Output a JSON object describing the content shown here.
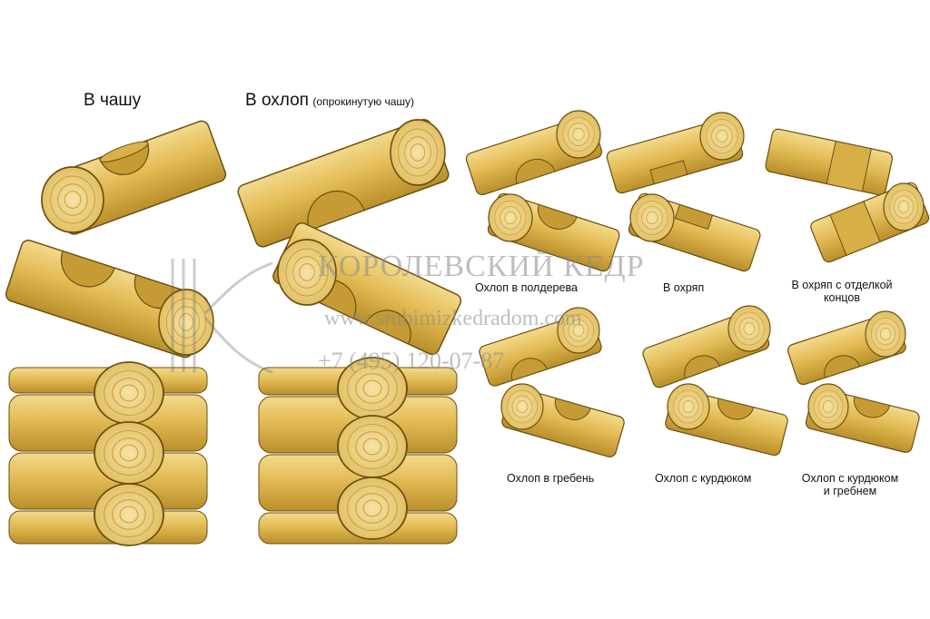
{
  "headings": {
    "cup": "В чашу",
    "okhlop": "В охлоп",
    "okhlop_note": "(опрокинутую чашу)"
  },
  "captions": {
    "half_log": "Охлоп в полдерева",
    "okhryap": "В охряп",
    "okhryap_ends_1": "В охряп с отделкой",
    "okhryap_ends_2": "концов",
    "ridge": "Охлоп в гребень",
    "kurdyuk": "Охлоп с курдюком",
    "kurdyuk_ridge_1": "Охлоп с курдюком",
    "kurdyuk_ridge_2": "и гребнем"
  },
  "watermark": {
    "brand": "КОРОЛЕВСКИЙ КЕДР",
    "site": "www.srubimizkedradom.com",
    "phone": "+7 (495) 120-07-87"
  },
  "colors": {
    "wood": "#e5be5a",
    "wood_light": "#f1d584",
    "wood_dark": "#b88f2a",
    "outline": "#6b5010"
  }
}
